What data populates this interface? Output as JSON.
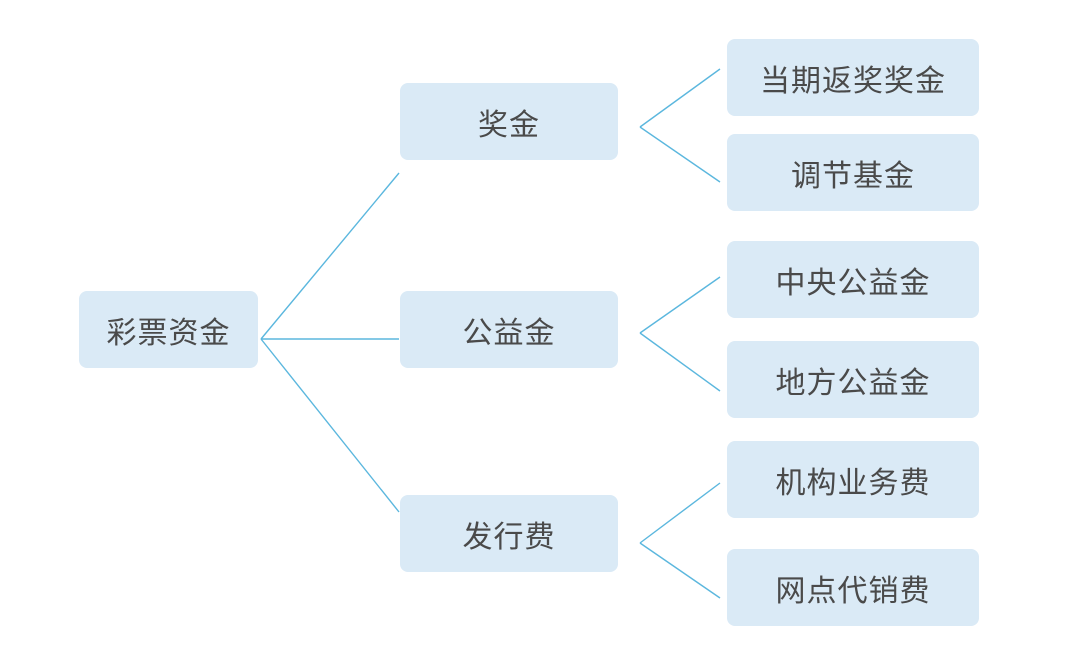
{
  "tree": {
    "root": {
      "label": "彩票资金"
    },
    "branches": [
      {
        "label": "奖金",
        "children": [
          {
            "label": "当期返奖奖金"
          },
          {
            "label": "调节基金"
          }
        ]
      },
      {
        "label": "公益金",
        "children": [
          {
            "label": "中央公益金"
          },
          {
            "label": "地方公益金"
          }
        ]
      },
      {
        "label": "发行费",
        "children": [
          {
            "label": "机构业务费"
          },
          {
            "label": "网点代销费"
          }
        ]
      }
    ]
  },
  "colors": {
    "node_fill": "#daeaf6",
    "connector": "#5bb7de",
    "text": "#4a4a4a"
  }
}
